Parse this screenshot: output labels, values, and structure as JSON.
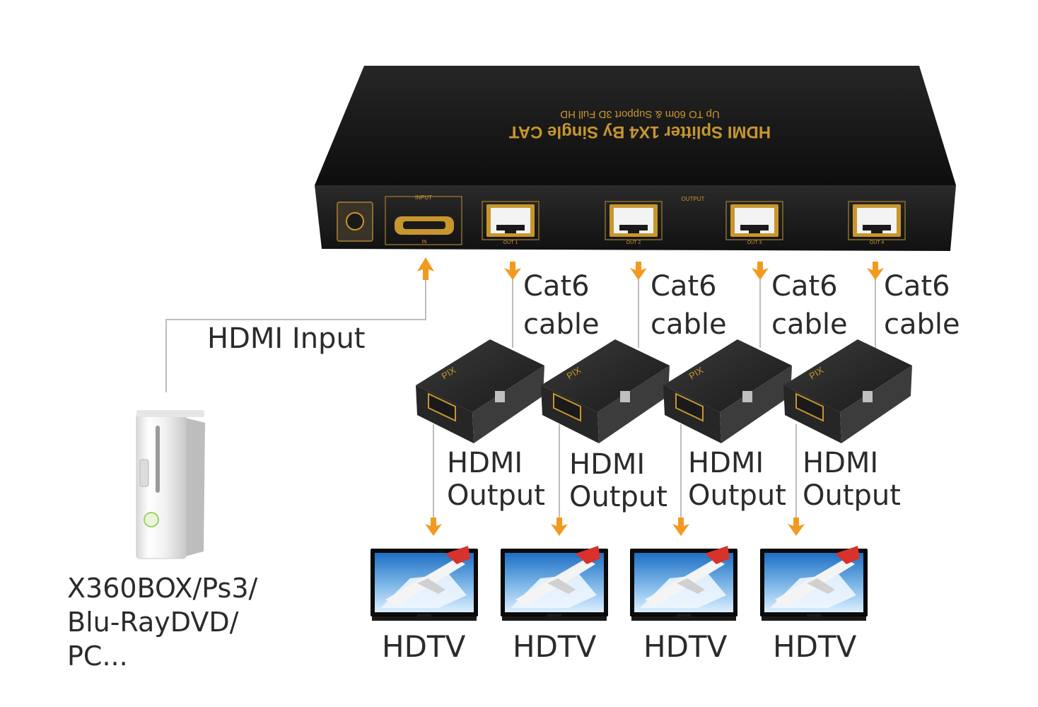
{
  "colors": {
    "arrow": "#f29a1f",
    "line": "#bdbdbd",
    "device_body": "#1e1e1e",
    "device_top": "#121212",
    "gold": "#c8962c",
    "text": "#2b2b2b"
  },
  "splitter": {
    "title": "HDMI Splitter 1X4 By Single CAT",
    "subtitle": "Up TO 60m & Support 3D Full HD",
    "input_label": "INPUT",
    "output_label": "OUTPUT",
    "in_port_label": "IN",
    "ports": [
      {
        "label": "OUT 1"
      },
      {
        "label": "OUT 2"
      },
      {
        "label": "OUT 3"
      },
      {
        "label": "OUT 4"
      }
    ]
  },
  "receiver_brand": "PIX",
  "hdmi_input_label": "HDMI Input",
  "channels": [
    {
      "cable_line1": "Cat6",
      "cable_line2": "cable",
      "out_line1": "HDMI",
      "out_line2": "Output",
      "tv_label": "HDTV"
    },
    {
      "cable_line1": "Cat6",
      "cable_line2": "cable",
      "out_line1": "HDMI",
      "out_line2": "Output",
      "tv_label": "HDTV"
    },
    {
      "cable_line1": "Cat6",
      "cable_line2": "cable",
      "out_line1": "HDMI",
      "out_line2": "Output",
      "tv_label": "HDTV"
    },
    {
      "cable_line1": "Cat6",
      "cable_line2": "cable",
      "out_line1": "HDMI",
      "out_line2": "Output",
      "tv_label": "HDTV"
    }
  ],
  "source": {
    "line1": "X360BOX/Ps3/",
    "line2": "Blu-RayDVD/",
    "line3": "PC..."
  }
}
